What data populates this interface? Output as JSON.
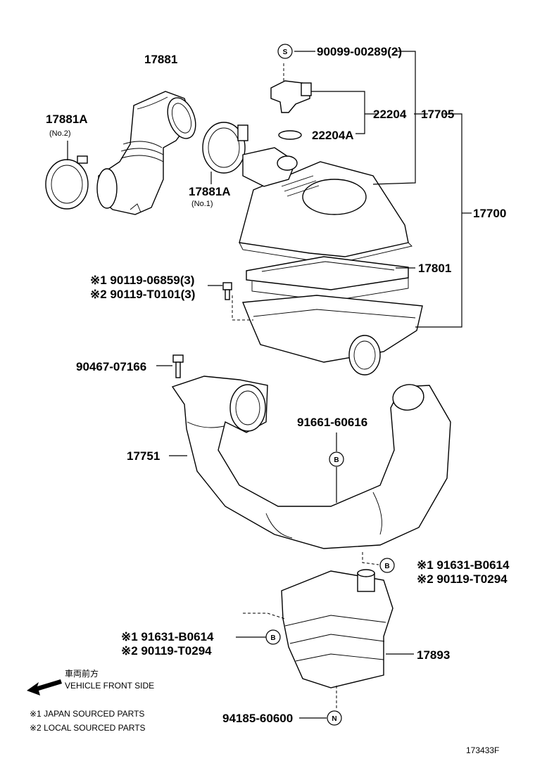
{
  "labels": {
    "p17881": "17881",
    "p17881A_2": "17881A",
    "no2": "(No.2)",
    "p17881A_1": "17881A",
    "no1": "(No.1)",
    "p90099": "90099-00289(2)",
    "p22204": "22204",
    "p17705": "17705",
    "p22204A": "22204A",
    "p17700": "17700",
    "p17801": "17801",
    "p90119_06859": "※1 90119-06859(3)",
    "p90119_T0101": "※2 90119-T0101(3)",
    "p90467": "90467-07166",
    "p91661": "91661-60616",
    "p17751": "17751",
    "p91631_r": "※1 91631-B0614",
    "p90119_T0294_r": "※2 90119-T0294",
    "p91631_l": "※1 91631-B0614",
    "p90119_T0294_l": "※2 90119-T0294",
    "p17893": "17893",
    "p94185": "94185-60600",
    "front_jp": "車両前方",
    "front_en": "VEHICLE FRONT SIDE",
    "note1": "※1  JAPAN  SOURCED  PARTS",
    "note2": "※2  LOCAL  SOURCED  PARTS",
    "ref_code": "173433F"
  },
  "callouts": {
    "s": "S",
    "b1": "B",
    "b2": "B",
    "b3": "B",
    "n": "N"
  }
}
